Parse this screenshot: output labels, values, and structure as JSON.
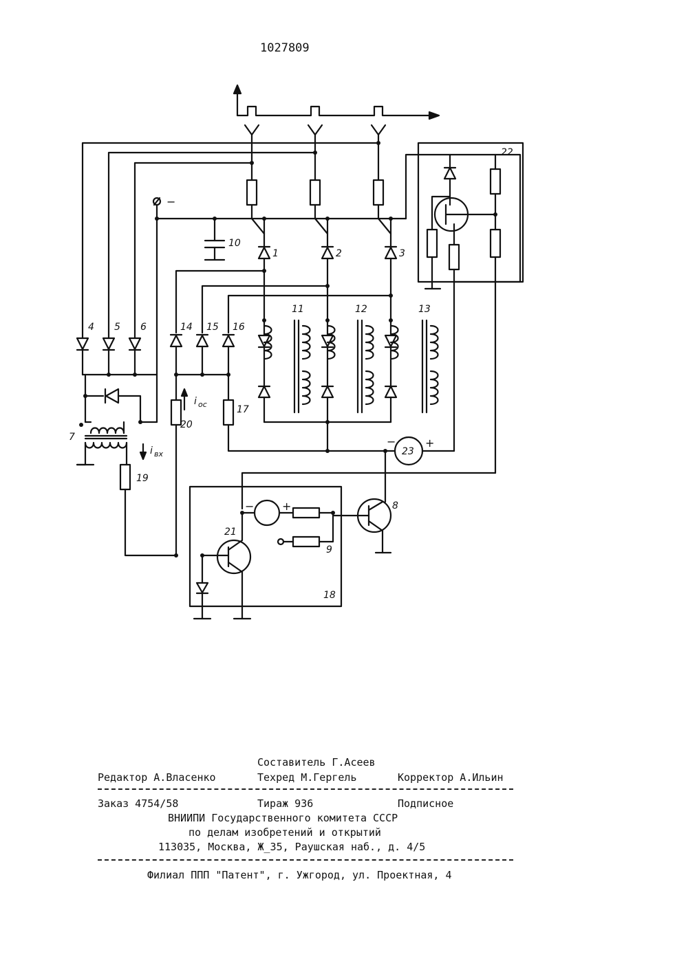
{
  "document": {
    "patent_number": "1027809"
  },
  "schematic": {
    "labels": {
      "d1": "1",
      "d2": "2",
      "d3": "3",
      "d4": "4",
      "d5": "5",
      "d6": "6",
      "t7": "7",
      "tr8": "8",
      "b9": "9",
      "c10": "10",
      "tr11": "11",
      "tr12": "12",
      "tr13": "13",
      "d14": "14",
      "d15": "15",
      "d16": "16",
      "r17": "17",
      "b18": "18",
      "r19": "19",
      "r20": "20",
      "tr21": "21",
      "b22": "22",
      "m23": "23"
    },
    "annotations": {
      "minus_top": "−",
      "i_oc": "i",
      "i_oc_sub": "ос",
      "i_bx": "i",
      "i_bx_sub": "вх",
      "minus_23": "−",
      "plus_23": "+",
      "minus_src": "−",
      "plus_src": "+"
    }
  },
  "imprint": {
    "compiler": "Составитель Г.Асеев",
    "editor": "Редактор А.Власенко",
    "techred": "Техред М.Гергель",
    "corrector": "Корректор А.Ильин",
    "order": "Заказ 4754/58",
    "print_run": "Тираж 936",
    "subscription": "Подписное",
    "org_line1": "ВНИИПИ Государственного комитета СССР",
    "org_line2": "по делам изобретений и открытий",
    "address": "113035, Москва, Ж_35, Раушская наб., д. 4/5",
    "branch": "Филиал ППП \"Патент\", г. Ужгород, ул. Проектная, 4"
  }
}
